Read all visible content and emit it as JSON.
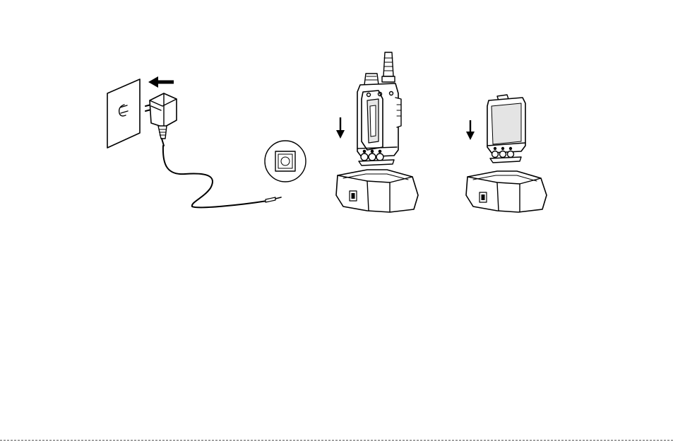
{
  "figure": {
    "panels": [
      {
        "id": "adapter",
        "icons": [
          "wall-socket-icon",
          "insert-arrow-icon",
          "ac-adapter-icon",
          "cable-icon",
          "plug-tip-icon",
          "dc-jack-icon"
        ]
      },
      {
        "id": "radio-charging",
        "icons": [
          "down-arrow-icon",
          "radio-icon",
          "charger-base-icon"
        ]
      },
      {
        "id": "battery-charging",
        "icons": [
          "down-arrow-icon",
          "battery-icon",
          "charger-base-icon"
        ]
      }
    ],
    "colors": {
      "line": "#000000",
      "fill": "#ffffff",
      "shade": "#dddddd"
    }
  }
}
